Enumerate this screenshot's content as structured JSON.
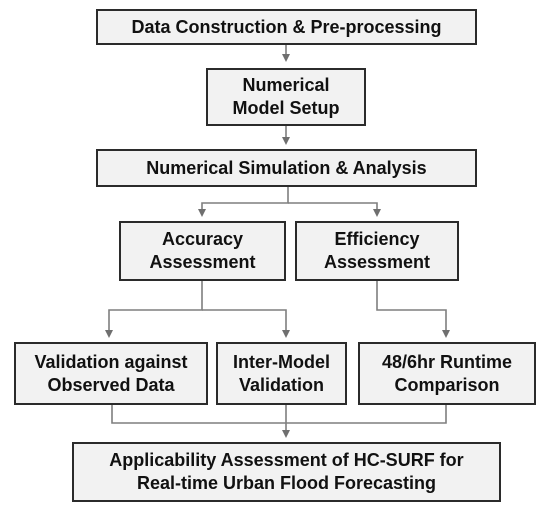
{
  "colors": {
    "box_fill": "#f2f2f2",
    "box_border": "#2b2b2b",
    "connector": "#7f7f7f",
    "text": "#111111"
  },
  "nodes": {
    "data_construction": {
      "line1": "Data Construction & Pre-processing"
    },
    "model_setup": {
      "line1": "Numerical",
      "line2": "Model Setup"
    },
    "simulation": {
      "line1": "Numerical Simulation & Analysis"
    },
    "accuracy": {
      "line1": "Accuracy",
      "line2": "Assessment"
    },
    "efficiency": {
      "line1": "Efficiency",
      "line2": "Assessment"
    },
    "validation_observed": {
      "line1": "Validation against",
      "line2": "Observed Data"
    },
    "inter_model": {
      "line1": "Inter-Model",
      "line2": "Validation"
    },
    "runtime": {
      "line1": "48/6hr Runtime",
      "line2": "Comparison"
    },
    "applicability": {
      "line1": "Applicability Assessment of HC-SURF for",
      "line2": "Real-time Urban Flood Forecasting"
    }
  }
}
